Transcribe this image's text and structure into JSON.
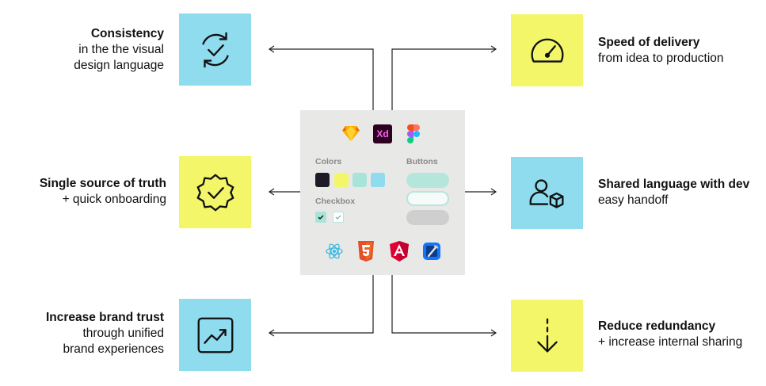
{
  "benefits": {
    "consistency": {
      "title": "Consistency",
      "line1": "in the the visual",
      "line2": "design language",
      "icon": "sync-check-icon"
    },
    "single_source": {
      "title": "Single source of truth",
      "line1": "+ quick onboarding",
      "icon": "verified-badge-icon"
    },
    "brand_trust": {
      "title": "Increase brand trust",
      "line1": "through unified",
      "line2": "brand experiences",
      "icon": "trending-up-chart-icon"
    },
    "speed": {
      "title": "Speed of delivery",
      "line1": "from idea to production",
      "icon": "speedometer-icon"
    },
    "shared_language": {
      "title": "Shared language with dev",
      "line1": "easy handoff",
      "icon": "user-cube-icon"
    },
    "redundancy": {
      "title": "Reduce redundancy",
      "line1": "+ increase internal sharing",
      "icon": "arrow-down-icon"
    }
  },
  "panel": {
    "design_tools": [
      "sketch-logo-icon",
      "adobe-xd-logo-icon",
      "figma-logo-icon"
    ],
    "xd_text": "Xd",
    "colors_label": "Colors",
    "buttons_label": "Buttons",
    "checkbox_label": "Checkbox",
    "swatches": [
      "#1e1b26",
      "#f4f66a",
      "#a9e4d8",
      "#8fdcef"
    ],
    "frameworks": [
      "react-logo-icon",
      "html5-logo-icon",
      "angular-logo-icon",
      "xcode-logo-icon"
    ]
  },
  "colors": {
    "cyan": "#8fdcef",
    "yellow": "#f4f66a",
    "panel": "#e8e8e7",
    "mint": "#b5e6db"
  }
}
